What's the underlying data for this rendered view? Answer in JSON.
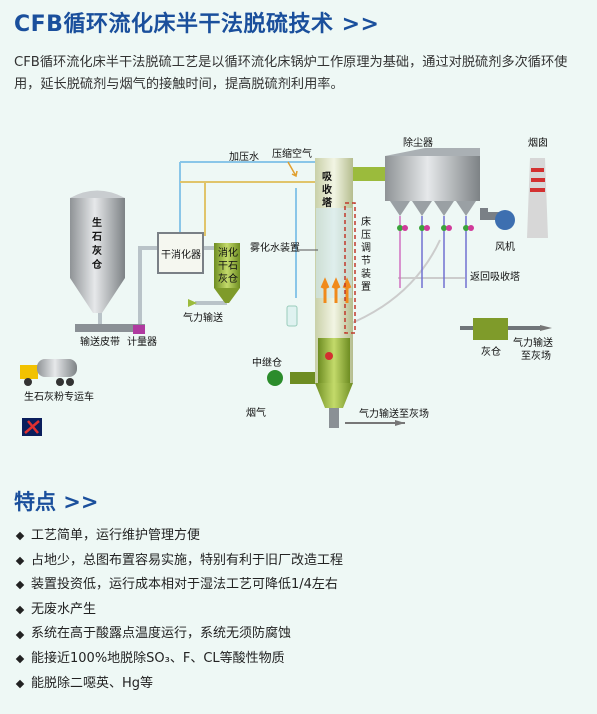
{
  "header": {
    "title": "CFB循环流化床半干法脱硫技术 >>"
  },
  "intro": {
    "text": "CFB循环流化床半干法脱硫工艺是以循环流化床锅炉工作原理为基础，通过对脱硫剂多次循环使用，延长脱硫剂与烟气的接触时间，提高脱硫剂利用率。"
  },
  "diagram": {
    "labels": {
      "lime_silo": [
        "生",
        "石",
        "灰",
        "仓"
      ],
      "conveyor_belt": "输送皮带",
      "meter": "计量器",
      "truck": "生石灰粉专运车",
      "slaker": "干消化器",
      "slaked_silo": [
        "消化",
        "干石",
        "灰仓"
      ],
      "pneumatic": "气力输送",
      "pressure_water": "加压水",
      "compressed_air": "压缩空气",
      "absorber": [
        "吸",
        "收",
        "塔"
      ],
      "atomizer": "雾化水装置",
      "bed_pressure": [
        "床",
        "压",
        "调",
        "节",
        "装",
        "置"
      ],
      "relay_bin": "中继仓",
      "flue_gas": "烟气",
      "to_ash_field_bottom": "气力输送至灰场",
      "dust_collector": "除尘器",
      "chimney": "烟囱",
      "fan": "风机",
      "return_absorber": "返回吸收塔",
      "ash_silo": "灰仓",
      "to_ash_field_right": [
        "气力输送",
        "至灰场"
      ]
    }
  },
  "features": {
    "title": "特点 >>",
    "items": [
      "工艺简单，运行维护管理方便",
      "占地少，总图布置容易实施，特别有利于旧厂改造工程",
      "装置投资低，运行成本相对于湿法工艺可降低1/4左右",
      "无废水产生",
      "系统在高于酸露点温度运行，系统无须防腐蚀",
      "能接近100%地脱除SO₃、F、CL等酸性物质",
      "能脱除二噁英、Hg等"
    ]
  },
  "colors": {
    "title": "#1a4f9c",
    "equipment_green": "#9bbb3c",
    "pipe_blue": "#8ac6e8",
    "dashed_red": "#c0392b"
  }
}
